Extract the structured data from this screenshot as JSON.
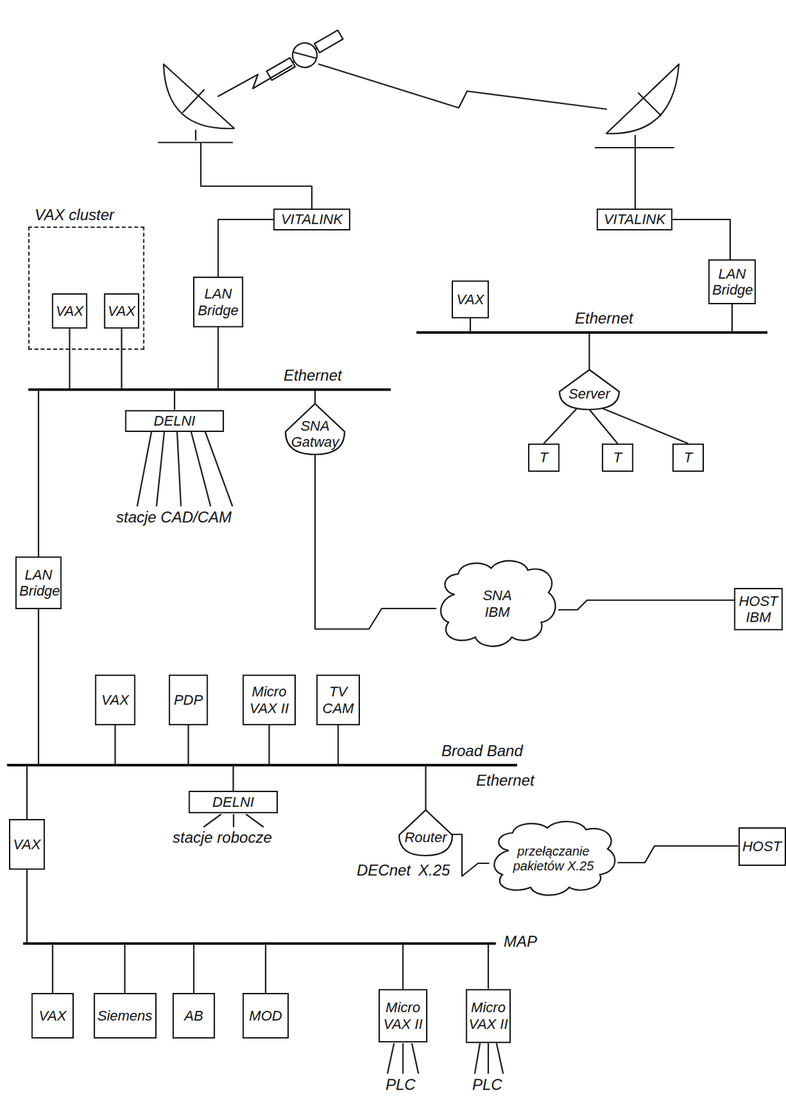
{
  "diagram": {
    "nodes": [
      {
        "text": [
          "VAX cluster"
        ]
      },
      {
        "text": [
          "VAX"
        ],
        "in": 0
      },
      {
        "text": [
          "VAX"
        ],
        "in": 0
      },
      {
        "text": [
          "VITALINK"
        ]
      },
      {
        "text": [
          "VITALINK"
        ]
      },
      {
        "text": [
          "LAN Bridge"
        ]
      },
      {
        "text": [
          "VAX"
        ]
      },
      {
        "text": [
          "LAN Bridge"
        ]
      },
      {
        "text": [
          "Ethernet"
        ]
      },
      {
        "text": [
          "Ethernet"
        ]
      },
      {
        "text": [
          "Server"
        ]
      },
      {
        "text": [
          "DELNI"
        ]
      },
      {
        "text": [
          "SNA Gatway"
        ]
      },
      {
        "text": [
          "T"
        ]
      },
      {
        "text": [
          "T"
        ]
      },
      {
        "text": [
          "T"
        ]
      },
      {
        "text": [
          "SNA IBM"
        ]
      },
      {
        "text": [
          "HOST IBM"
        ]
      },
      {
        "text": [
          "LAN Bridge"
        ]
      },
      {
        "text": [
          "VAX"
        ]
      },
      {
        "text": [
          "PDP"
        ]
      },
      {
        "text": [
          "Micro VAX II"
        ]
      },
      {
        "text": [
          "TV CAM"
        ]
      },
      {
        "text": [
          "Broad Band",
          "Ethernet"
        ]
      },
      {
        "text": [
          "DELNI"
        ]
      },
      {
        "text": [
          "Router"
        ]
      },
      {
        "text": [
          "przełączanie pakietów X.25"
        ]
      },
      {
        "text": [
          "HOST"
        ]
      },
      {
        "text": [
          "VAX"
        ]
      },
      {
        "text": [
          "MAP"
        ]
      },
      {
        "text": [
          "VAX"
        ]
      },
      {
        "text": [
          "Siemens"
        ]
      },
      {
        "text": [
          "AB"
        ]
      },
      {
        "text": [
          "MOD"
        ]
      },
      {
        "text": [
          "Micro VAX II"
        ]
      },
      {
        "text": [
          "Micro VAX II"
        ]
      }
    ],
    "edges": [
      {
        "from": 1,
        "to": 9,
        "arrow": "none"
      },
      {
        "from": 2,
        "to": 9,
        "arrow": "none"
      },
      {
        "from": 5,
        "to": 9,
        "arrow": "none"
      },
      {
        "from": 5,
        "to": 3,
        "arrow": "none"
      },
      {
        "from": 4,
        "to": 7,
        "arrow": "none"
      },
      {
        "from": 6,
        "to": 8,
        "arrow": "none"
      },
      {
        "from": 7,
        "to": 8,
        "arrow": "none"
      },
      {
        "from": 8,
        "to": 10,
        "arrow": "none"
      },
      {
        "from": 10,
        "to": 13,
        "arrow": "none"
      },
      {
        "from": 10,
        "to": 14,
        "arrow": "none"
      },
      {
        "from": 10,
        "to": 15,
        "arrow": "none"
      },
      {
        "from": 9,
        "to": 11,
        "arrow": "none"
      },
      {
        "from": 9,
        "to": 12,
        "arrow": "none"
      },
      {
        "from": 12,
        "to": 16,
        "arrow": "none"
      },
      {
        "from": 16,
        "to": 17,
        "arrow": "none"
      },
      {
        "from": 9,
        "to": 18,
        "arrow": "none"
      },
      {
        "from": 18,
        "to": 23,
        "arrow": "none"
      },
      {
        "from": 19,
        "to": 23,
        "arrow": "none"
      },
      {
        "from": 20,
        "to": 23,
        "arrow": "none"
      },
      {
        "from": 21,
        "to": 23,
        "arrow": "none"
      },
      {
        "from": 22,
        "to": 23,
        "arrow": "none"
      },
      {
        "from": 23,
        "to": 24,
        "arrow": "none"
      },
      {
        "from": 23,
        "to": 25,
        "arrow": "none"
      },
      {
        "from": 25,
        "to": 26,
        "arrow": "none"
      },
      {
        "from": 26,
        "to": 27,
        "arrow": "none"
      },
      {
        "from": 23,
        "to": 28,
        "arrow": "none"
      },
      {
        "from": 28,
        "to": 29,
        "arrow": "none"
      },
      {
        "from": 30,
        "to": 29,
        "arrow": "none"
      },
      {
        "from": 31,
        "to": 29,
        "arrow": "none"
      },
      {
        "from": 32,
        "to": 29,
        "arrow": "none"
      },
      {
        "from": 33,
        "to": 29,
        "arrow": "none"
      },
      {
        "from": 34,
        "to": 29,
        "arrow": "none"
      },
      {
        "from": 35,
        "to": 29,
        "arrow": "none"
      }
    ],
    "labels": [
      "stacje CAD/CAM",
      "stacje robocze",
      "DECnet",
      "X.25",
      "PLC",
      "PLC"
    ]
  }
}
